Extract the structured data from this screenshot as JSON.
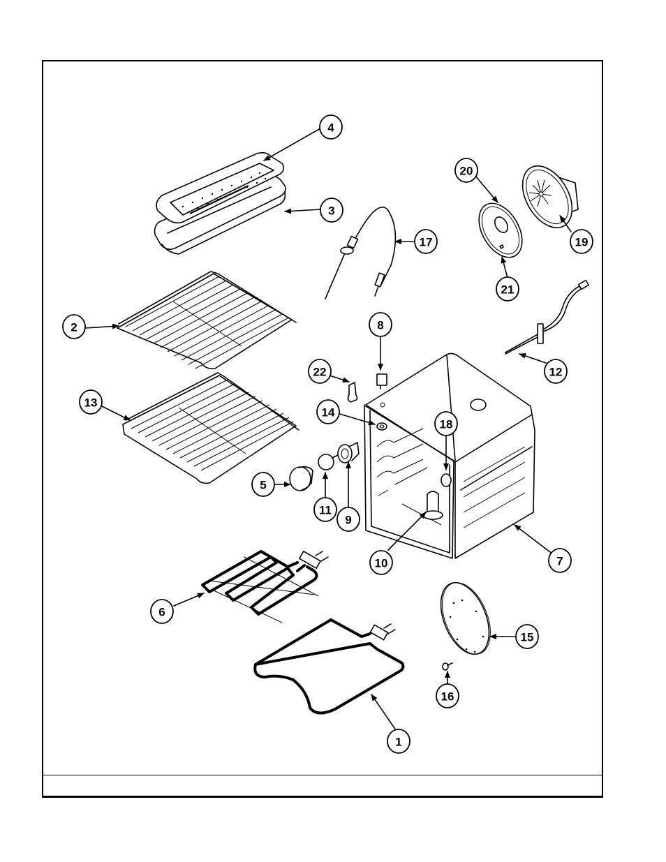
{
  "diagram": {
    "title": "Oven exploded parts view",
    "footer_text": "",
    "callouts": [
      {
        "id": "1",
        "part": "bake-element"
      },
      {
        "id": "2",
        "part": "oven-rack"
      },
      {
        "id": "3",
        "part": "broiler-pan"
      },
      {
        "id": "4",
        "part": "broiler-pan-insert"
      },
      {
        "id": "5",
        "part": "light-lens-cover"
      },
      {
        "id": "6",
        "part": "broil-element"
      },
      {
        "id": "7",
        "part": "oven-cavity"
      },
      {
        "id": "8",
        "part": "thermal-switch"
      },
      {
        "id": "9",
        "part": "light-socket"
      },
      {
        "id": "10",
        "part": "rotisserie-support"
      },
      {
        "id": "11",
        "part": "light-bulb"
      },
      {
        "id": "12",
        "part": "temperature-sensor"
      },
      {
        "id": "13",
        "part": "offset-oven-rack"
      },
      {
        "id": "14",
        "part": "grommet"
      },
      {
        "id": "15",
        "part": "fan-cover-plate"
      },
      {
        "id": "16",
        "part": "screw"
      },
      {
        "id": "17",
        "part": "meat-probe"
      },
      {
        "id": "18",
        "part": "plug-button"
      },
      {
        "id": "19",
        "part": "convection-fan-motor"
      },
      {
        "id": "20",
        "part": "fan-baffle"
      },
      {
        "id": "21",
        "part": "nut"
      },
      {
        "id": "22",
        "part": "clip"
      }
    ]
  }
}
